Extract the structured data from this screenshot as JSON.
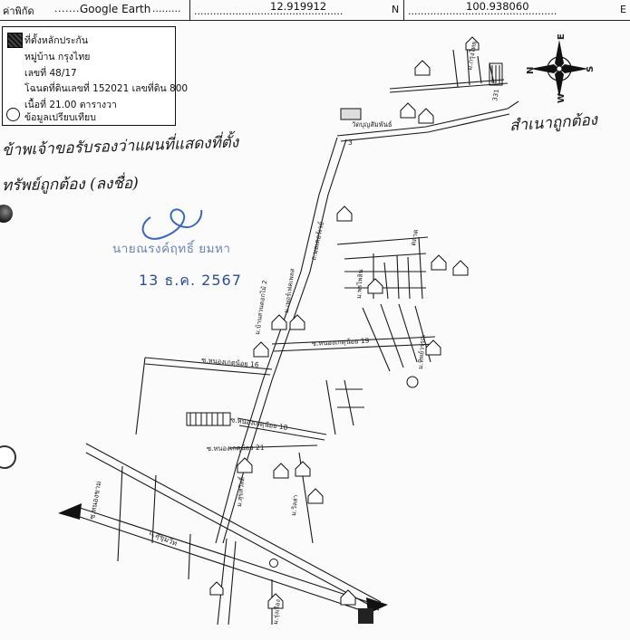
{
  "header": {
    "coord_label": "ค่าพิกัด",
    "source": "Google Earth",
    "latitude": "12.919912",
    "lat_suffix": "N",
    "longitude": "100.938060",
    "lon_suffix": "E"
  },
  "legend": {
    "location_label": "ที่ตั้งหลักประกัน",
    "village": "หมู่บ้าน กรุงไทย",
    "house_no": "เลขที่ 48/17",
    "deed": "โฉนดที่ดินเลขที่ 152021 เลขที่ดิน 800",
    "area": "เนื้อที่ 21.00 ตารางวา",
    "comparison": "ข้อมูลเปรียบเทียบ"
  },
  "compass": {
    "n": "N",
    "e": "E",
    "s": "S",
    "w": "W"
  },
  "handwriting": {
    "note_line1": "ข้าพเจ้าขอรับรองว่าแผนที่แสดงที่ตั้ง",
    "note_line2": "ทรัพย์ถูกต้อง (ลงชื่อ)",
    "note_right": "สำเนาถูกต้อง"
  },
  "stamp": {
    "name": "นายณรงค์ฤทธิ์ ยมหา",
    "date": "13 ธ.ค. 2567"
  },
  "map_labels": {
    "sukhumvit": "ถ.สุขุมวิท",
    "motorway": "ถ.มอเตอร์เวย์",
    "soi_nongkham": "ซ.หนองขาม",
    "soi_21": "ซ.หนองเกตุน้อย 21",
    "soi_18": "ซ.หนองเกตุน้อย 18",
    "soi_19": "ซ.หนองเกตุน้อย 19",
    "soi_16": "ซ.หนองเกตุน้อย 16",
    "temple": "วัดบุญสัมพันธ์",
    "market": "ตลาด",
    "village_krungthai": "ม.กรุงไทย",
    "village_1": "ม.บ้านสวนดอกไม้ 2",
    "village_2": "ม.เพอร์เฟคเพลส",
    "village_3": "ม.พรไพลิน",
    "village_4": "ม.ทิพย์วรรณ",
    "village_5": "ม.สุขสวัสดิ์",
    "village_6": "ม.วิลล่า",
    "village_7": "ม.รุ่งเรือง",
    "route_no": "3",
    "road_331": "331"
  },
  "colors": {
    "ink": "#111111",
    "stamp_blue": "#2c4f9a",
    "stamp_light": "#6b85b8",
    "signature_blue": "#3a67c2"
  }
}
